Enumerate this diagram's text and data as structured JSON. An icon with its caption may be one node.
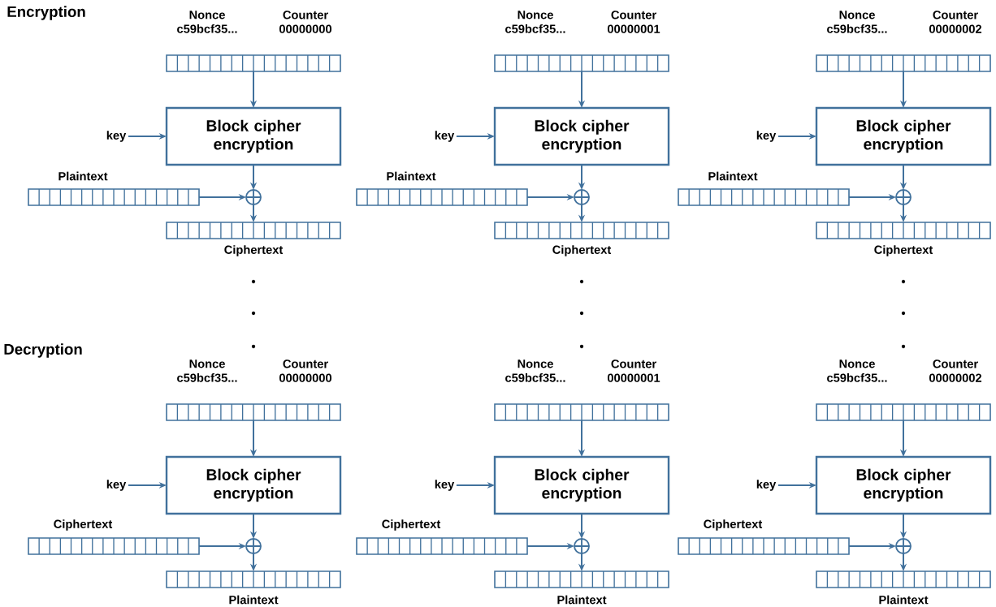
{
  "diagram": {
    "nodes": [
      {
        "text": [
          "Nonce c59bcf35...",
          "Counter 00000000"
        ]
      },
      {
        "text": [
          "key"
        ]
      },
      {
        "text": [
          "Block cipher encryption"
        ]
      },
      {
        "text": [
          "Plaintext"
        ]
      },
      {
        "text": [],
        "shape": "circle"
      },
      {
        "text": [
          "Ciphertext"
        ]
      },
      {
        "text": [
          "Nonce c59bcf35...",
          "Counter 00000001"
        ]
      },
      {
        "text": [
          "key"
        ]
      },
      {
        "text": [
          "Block cipher encryption"
        ]
      },
      {
        "text": [
          "Plaintext"
        ]
      },
      {
        "text": [],
        "shape": "circle"
      },
      {
        "text": [
          "Ciphertext"
        ]
      },
      {
        "text": [
          "Nonce c59bcf35...",
          "Counter 00000002"
        ]
      },
      {
        "text": [
          "key"
        ]
      },
      {
        "text": [
          "Block cipher encryption"
        ]
      },
      {
        "text": [
          "Plaintext"
        ]
      },
      {
        "text": [],
        "shape": "circle"
      },
      {
        "text": [
          "Ciphertext"
        ]
      },
      {
        "text": [
          "Nonce c59bcf35...",
          "Counter 00000000"
        ]
      },
      {
        "text": [
          "key"
        ]
      },
      {
        "text": [
          "Block cipher encryption"
        ]
      },
      {
        "text": [
          "Ciphertext"
        ]
      },
      {
        "text": [],
        "shape": "circle"
      },
      {
        "text": [
          "Plaintext"
        ]
      },
      {
        "text": [
          "Nonce c59bcf35...",
          "Counter 00000001"
        ]
      },
      {
        "text": [
          "key"
        ]
      },
      {
        "text": [
          "Block cipher encryption"
        ]
      },
      {
        "text": [
          "Ciphertext"
        ]
      },
      {
        "text": [],
        "shape": "circle"
      },
      {
        "text": [
          "Plaintext"
        ]
      },
      {
        "text": [
          "Nonce c59bcf35...",
          "Counter 00000002"
        ]
      },
      {
        "text": [
          "key"
        ]
      },
      {
        "text": [
          "Block cipher encryption"
        ]
      },
      {
        "text": [
          "Ciphertext"
        ]
      },
      {
        "text": [],
        "shape": "circle"
      },
      {
        "text": [
          "Plaintext"
        ]
      }
    ],
    "edges": [
      {
        "from": 0,
        "to": 2,
        "arrow": "to"
      },
      {
        "from": 1,
        "to": 2,
        "arrow": "to"
      },
      {
        "from": 2,
        "to": 4,
        "arrow": "to"
      },
      {
        "from": 3,
        "to": 4,
        "arrow": "to"
      },
      {
        "from": 4,
        "to": 5,
        "arrow": "to"
      },
      {
        "from": 6,
        "to": 8,
        "arrow": "to"
      },
      {
        "from": 7,
        "to": 8,
        "arrow": "to"
      },
      {
        "from": 8,
        "to": 10,
        "arrow": "to"
      },
      {
        "from": 9,
        "to": 10,
        "arrow": "to"
      },
      {
        "from": 10,
        "to": 11,
        "arrow": "to"
      },
      {
        "from": 12,
        "to": 14,
        "arrow": "to"
      },
      {
        "from": 13,
        "to": 14,
        "arrow": "to"
      },
      {
        "from": 14,
        "to": 16,
        "arrow": "to"
      },
      {
        "from": 15,
        "to": 16,
        "arrow": "to"
      },
      {
        "from": 16,
        "to": 17,
        "arrow": "to"
      },
      {
        "from": 18,
        "to": 20,
        "arrow": "to"
      },
      {
        "from": 19,
        "to": 20,
        "arrow": "to"
      },
      {
        "from": 20,
        "to": 22,
        "arrow": "to"
      },
      {
        "from": 21,
        "to": 22,
        "arrow": "to"
      },
      {
        "from": 22,
        "to": 23,
        "arrow": "to"
      },
      {
        "from": 24,
        "to": 26,
        "arrow": "to"
      },
      {
        "from": 25,
        "to": 26,
        "arrow": "to"
      },
      {
        "from": 26,
        "to": 28,
        "arrow": "to"
      },
      {
        "from": 27,
        "to": 28,
        "arrow": "to"
      },
      {
        "from": 28,
        "to": 29,
        "arrow": "to"
      },
      {
        "from": 30,
        "to": 32,
        "arrow": "to"
      },
      {
        "from": 31,
        "to": 32,
        "arrow": "to"
      },
      {
        "from": 32,
        "to": 34,
        "arrow": "to"
      },
      {
        "from": 33,
        "to": 34,
        "arrow": "to"
      },
      {
        "from": 34,
        "to": 35,
        "arrow": "to"
      }
    ],
    "labels": [
      "Encryption",
      "Decryption"
    ]
  }
}
